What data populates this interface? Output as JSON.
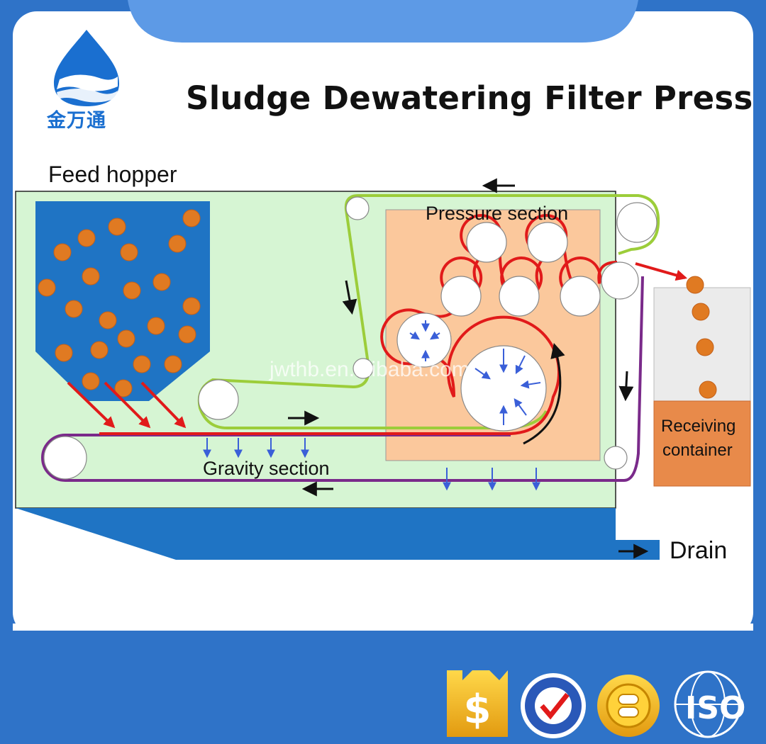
{
  "header": {
    "title": "Sludge Dewatering Filter Press",
    "brand_name": "金万通",
    "logo_icon": "water-drop-logo-icon"
  },
  "diagram": {
    "labels": {
      "feed_hopper": "Feed hopper",
      "pressure_section": "Pressure section",
      "gravity_section": "Gravity section",
      "receiving_container_line1": "Receiving",
      "receiving_container_line2": "container",
      "drain": "Drain"
    },
    "watermark": "jwthb.en.alibaba.com"
  },
  "badges": [
    {
      "icon": "dollar-shield-badge-icon"
    },
    {
      "icon": "supplier-assessment-badge-icon"
    },
    {
      "icon": "gold-supplier-badge-icon"
    },
    {
      "icon": "iso-globe-badge-icon",
      "text": "ISO"
    }
  ],
  "colors": {
    "frame_blue": "#2f73c8",
    "machine_green": "#d6f5d3",
    "pressure_orange": "#fbc89c",
    "hopper_blue": "#1f74c4",
    "sludge_orange": "#e07a22",
    "belt_red": "#e11a1a",
    "belt_green": "#9ccd3a",
    "belt_purple": "#7a2a8a",
    "container_orange": "#e88a4a"
  }
}
